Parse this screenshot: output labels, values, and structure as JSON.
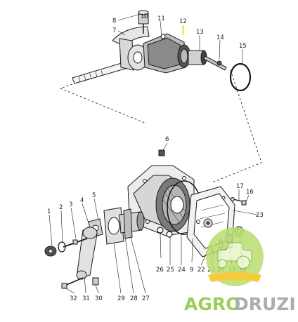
{
  "diagram": {
    "callouts": [
      "1",
      "2",
      "3",
      "4",
      "5",
      "6",
      "7",
      "8",
      "9",
      "10",
      "11",
      "12",
      "13",
      "14",
      "15",
      "16",
      "17",
      "18",
      "19",
      "20",
      "21",
      "22",
      "23",
      "24",
      "25",
      "26",
      "27",
      "28",
      "29",
      "30",
      "31",
      "32"
    ],
    "highlighted_callout": "12",
    "highlight_color": "#f2e313"
  },
  "watermark": {
    "prefix": "AGRO",
    "suffix": "DRUZI",
    "prefix_color": "#8cc63f",
    "suffix_color": "#9aa0a6"
  }
}
